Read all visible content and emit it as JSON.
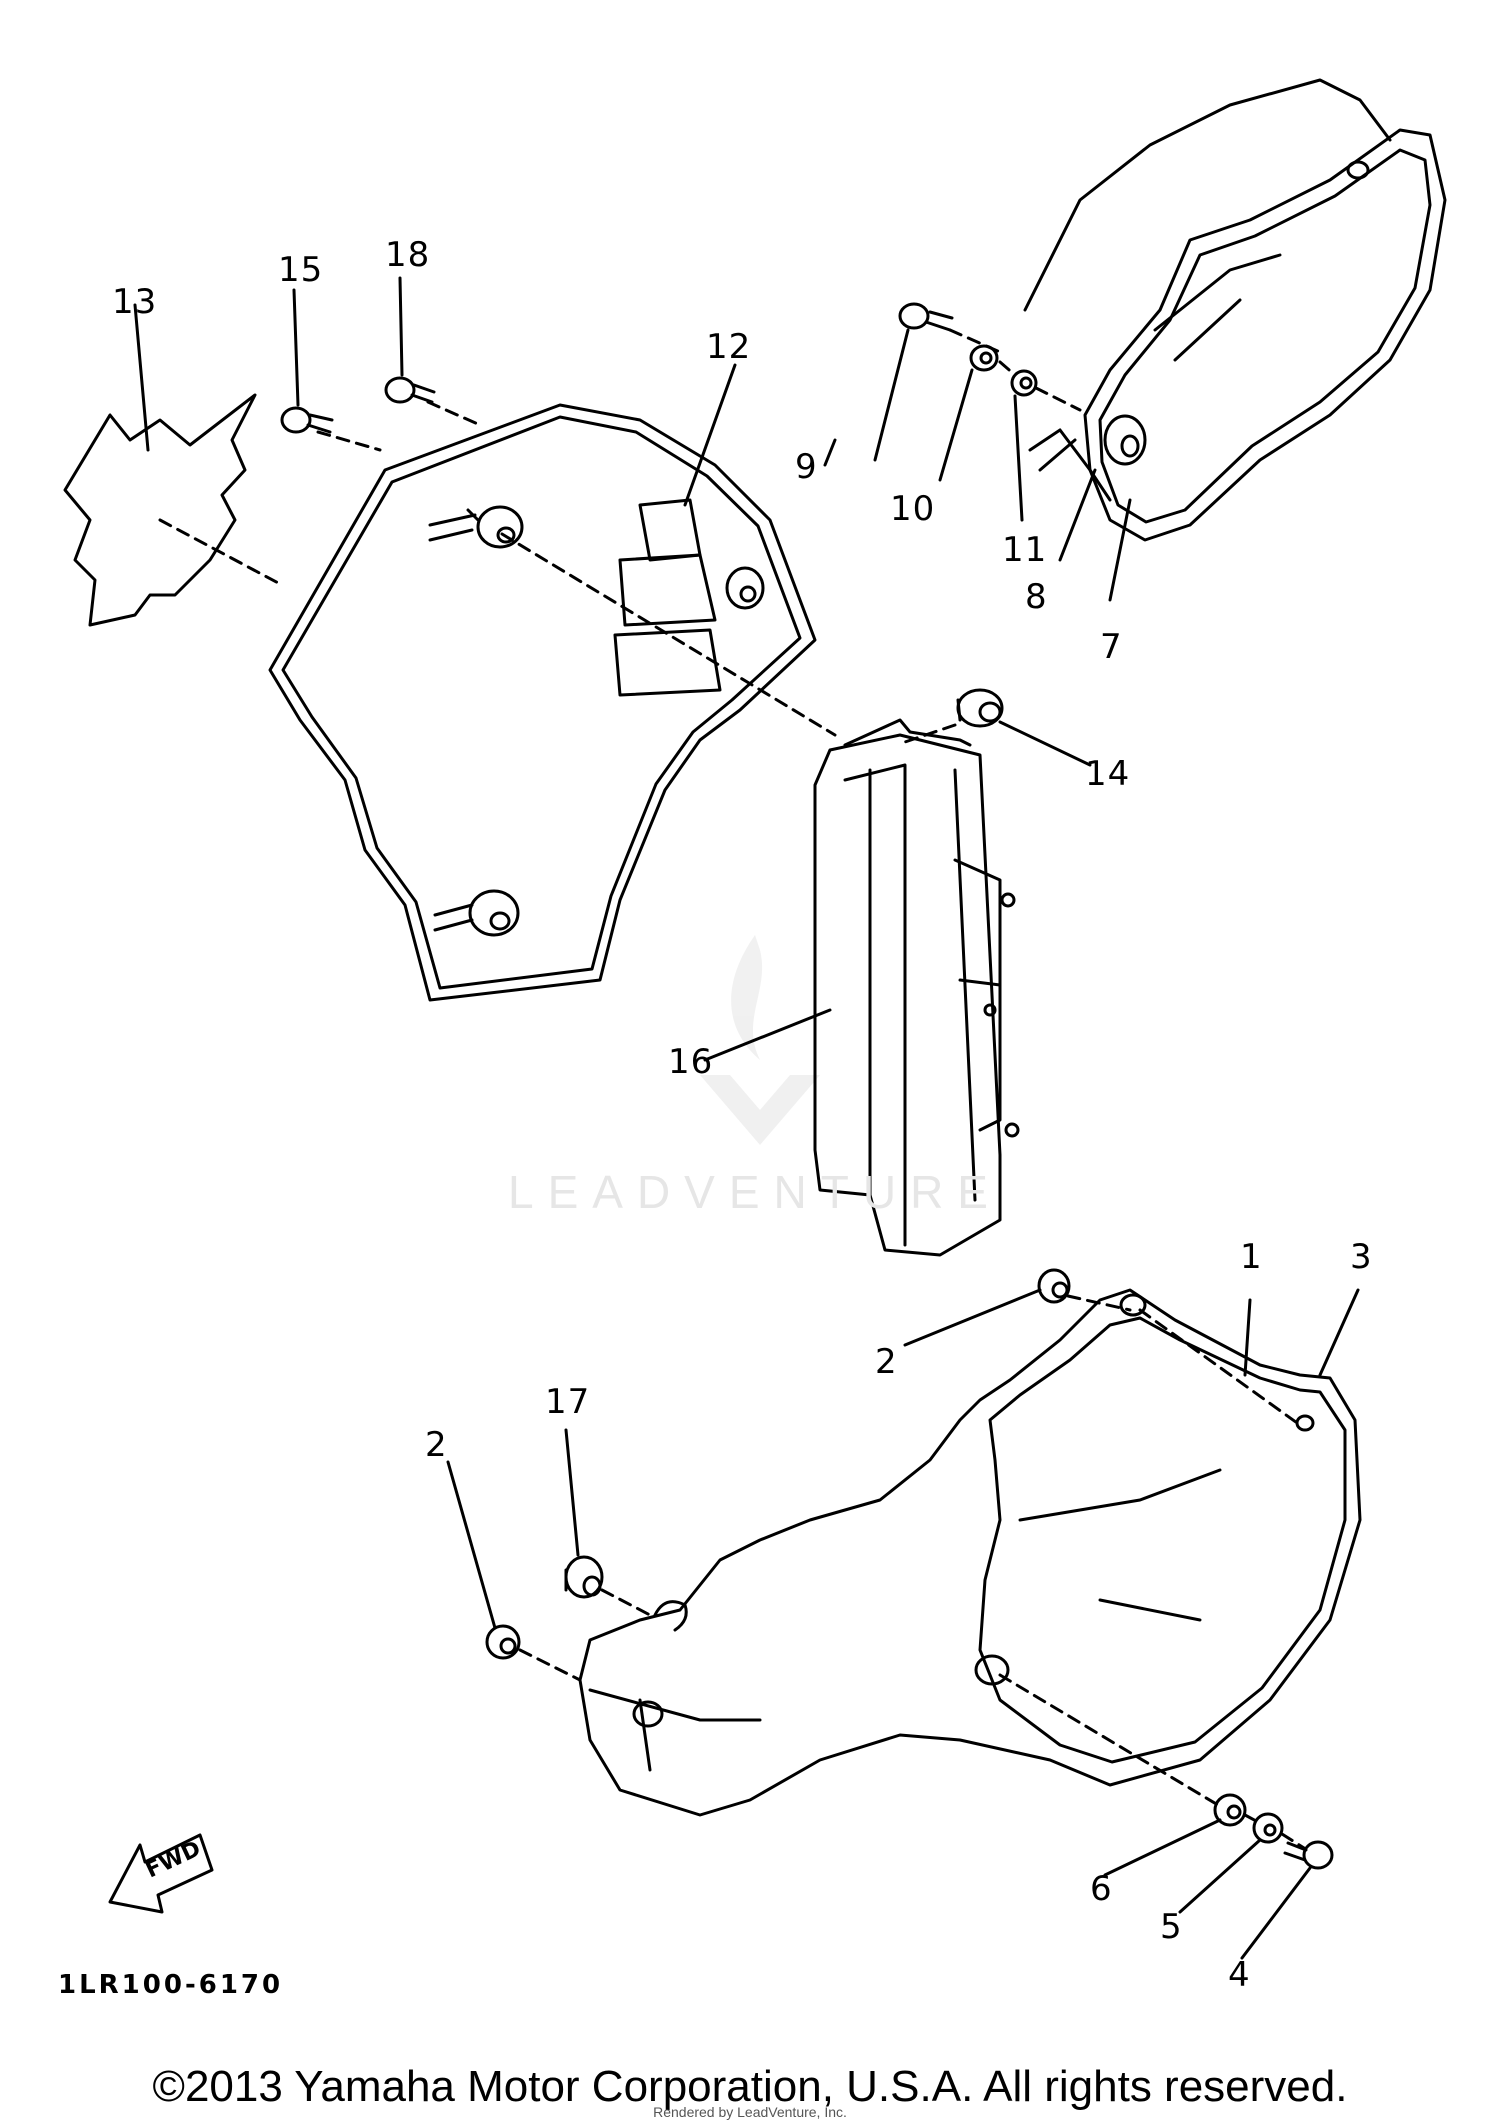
{
  "diagram": {
    "code": "1LR100-6170",
    "fwd": "FWD",
    "watermark": "LEADVENTURE",
    "labels": [
      "1",
      "2",
      "2",
      "3",
      "4",
      "5",
      "6",
      "7",
      "8",
      "9",
      "10",
      "11",
      "12",
      "13",
      "14",
      "15",
      "16",
      "17",
      "18"
    ]
  },
  "footer": {
    "copyright": "©2013 Yamaha Motor Corporation, U.S.A. All rights reserved.",
    "rendered_by": "Rendered by LeadVenture, Inc."
  }
}
